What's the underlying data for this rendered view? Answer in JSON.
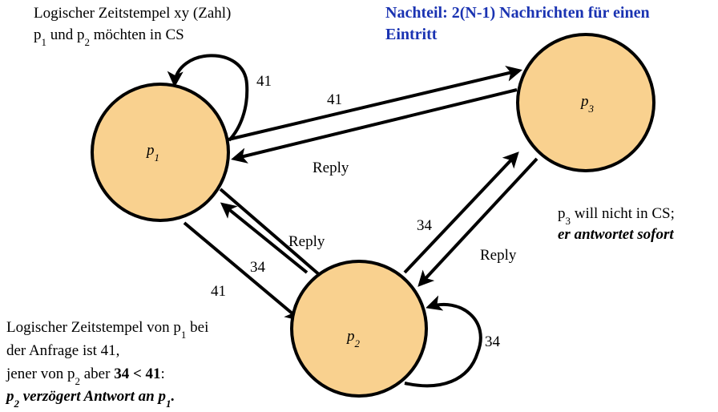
{
  "colors": {
    "node_fill": "#f9d18f",
    "stroke": "#000000",
    "highlight": "#1a33b2"
  },
  "top_left_note": {
    "line1": "Logischer Zeitstempel xy (Zahl)",
    "line2": {
      "pre": "p",
      "sub1": "1",
      "mid": " und p",
      "sub2": "2",
      "post": " möchten in CS"
    }
  },
  "top_right_note": {
    "line1": "Nachteil: 2(N-1) Nachrichten für einen",
    "line2": "Eintritt"
  },
  "nodes": {
    "p1": {
      "letter": "p",
      "sub": "1"
    },
    "p2": {
      "letter": "p",
      "sub": "2"
    },
    "p3": {
      "letter": "p",
      "sub": "3"
    }
  },
  "edge_labels": {
    "p1_self": "41",
    "p1_to_p3": "41",
    "p3_to_p1": "Reply",
    "p1_to_p2": "41",
    "p2_to_p1_request": "34",
    "p2_to_p1_reply": "Reply",
    "p2_to_p3": "34",
    "p3_to_p2": "Reply",
    "p2_self": "34"
  },
  "right_note": {
    "line1": {
      "pre": "p",
      "sub": "3",
      "post": " will nicht in CS;"
    },
    "line2": "er antwortet sofort"
  },
  "bottom_left_note": {
    "line1": {
      "pre": "Logischer Zeitstempel von p",
      "sub": "1",
      "post": " bei"
    },
    "line2": "der Anfrage ist 41,",
    "line3": {
      "pre": "jener von p",
      "sub": "2",
      "mid": " aber ",
      "bold": "34 < 41",
      "post": ":"
    },
    "line4": {
      "p": "p",
      "sub1": "2",
      "text": " verzögert Antwort an ",
      "p2": "p",
      "sub2": "1",
      "end": "."
    }
  }
}
